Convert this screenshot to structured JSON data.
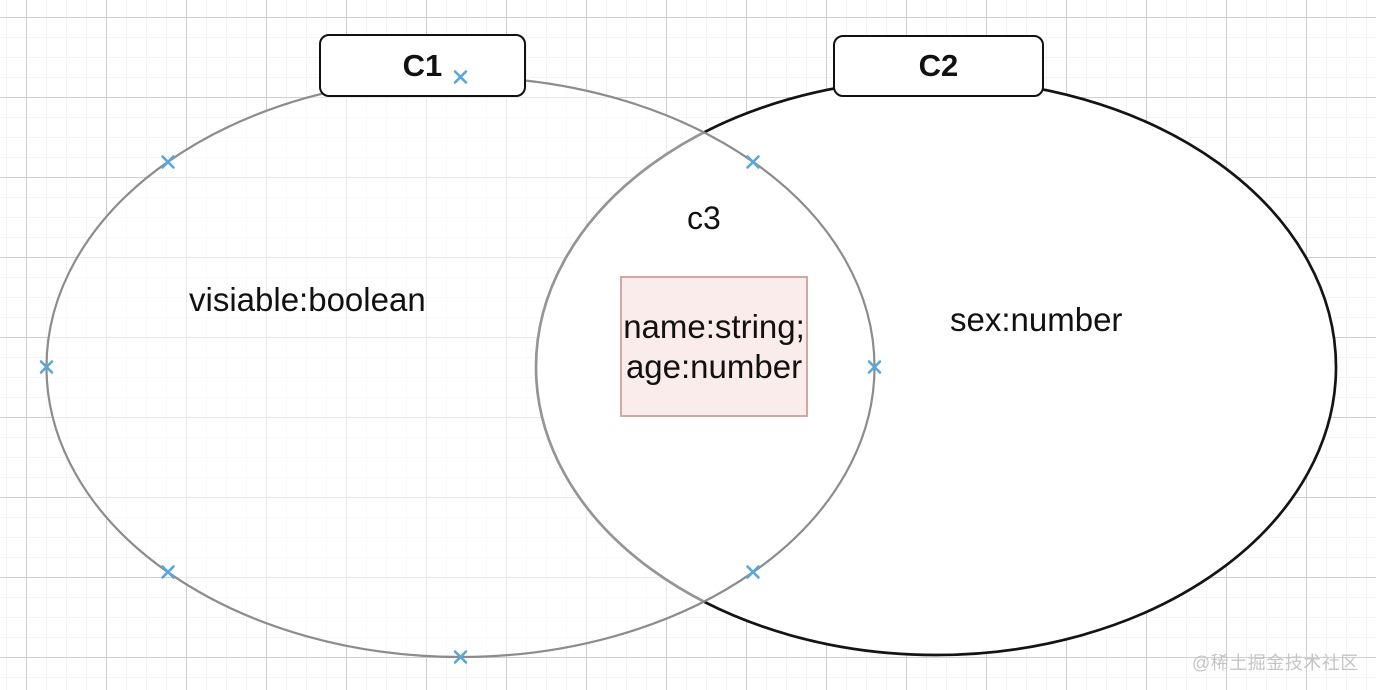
{
  "diagram": {
    "set1": {
      "title": "C1",
      "member": "visiable:boolean"
    },
    "set2": {
      "title": "C2",
      "member": "sex:number"
    },
    "intersection": {
      "title": "c3",
      "lines": [
        "name:string;",
        "age:number"
      ]
    },
    "colors": {
      "set1_stroke": "#8c8c8c",
      "set2_stroke": "#141414",
      "vertex_marker_blue": "#58a6da",
      "intersection_box_fill": "#faeceb",
      "intersection_box_border": "#d2a8a6",
      "grid_major": "#cfcfcf",
      "grid_minor": "#f4f4f4"
    },
    "icons": {
      "vertex_marker": "x-cross-icon"
    }
  },
  "watermark": {
    "text": "@稀土掘金技术社区"
  }
}
